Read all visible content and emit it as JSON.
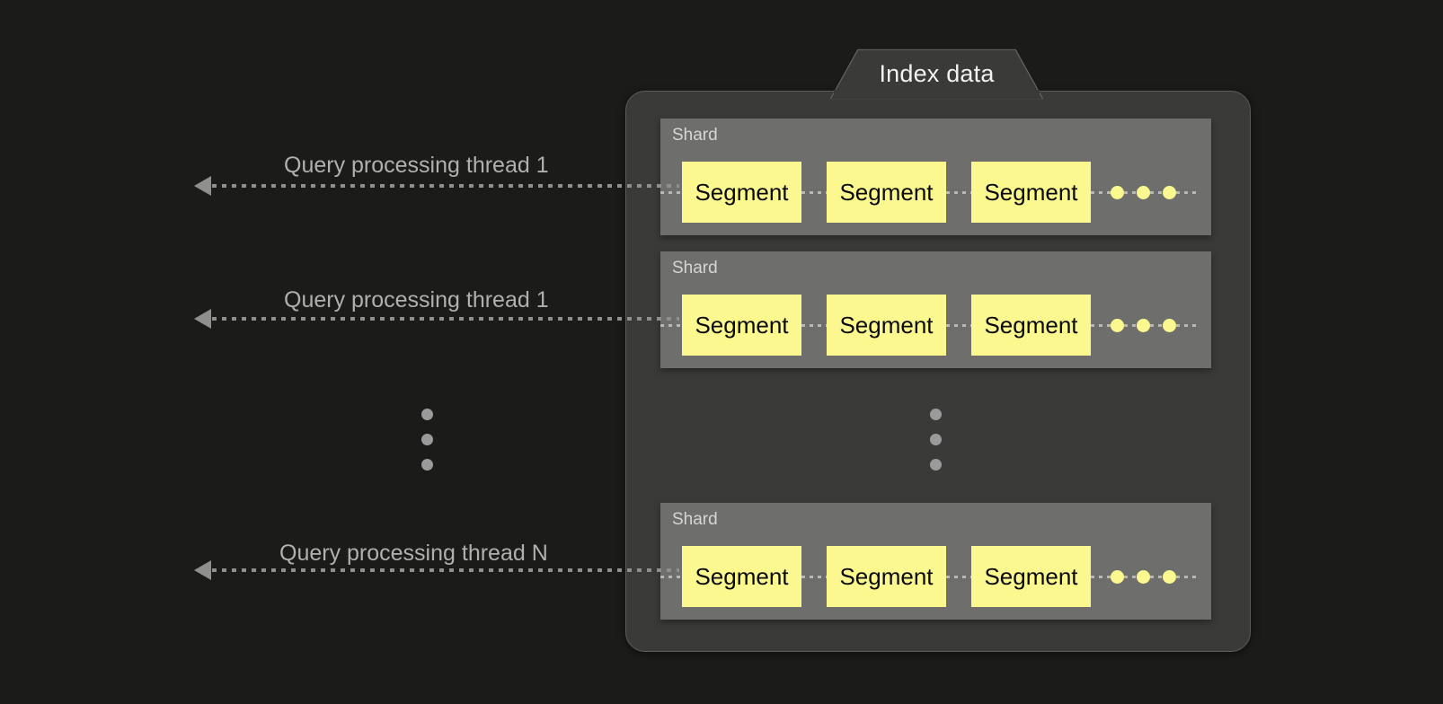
{
  "diagram": {
    "title": "Index data",
    "background_color": "#1b1b1a",
    "container_color": "#3a3a38",
    "shard_color": "#6e6e6c",
    "segment_color": "#fbf88f",
    "accent_text_color": "#b0b0ae"
  },
  "threads": [
    {
      "label": "Query processing thread 1"
    },
    {
      "label": "Query processing thread 1"
    },
    {
      "label": "Query processing thread N"
    }
  ],
  "shards": [
    {
      "label": "Shard",
      "segments": [
        {
          "label": "Segment"
        },
        {
          "label": "Segment"
        },
        {
          "label": "Segment"
        }
      ],
      "more_segments_indicator": "3 yellow dots"
    },
    {
      "label": "Shard",
      "segments": [
        {
          "label": "Segment"
        },
        {
          "label": "Segment"
        },
        {
          "label": "Segment"
        }
      ],
      "more_segments_indicator": "3 yellow dots"
    },
    {
      "label": "Shard",
      "segments": [
        {
          "label": "Segment"
        },
        {
          "label": "Segment"
        },
        {
          "label": "Segment"
        }
      ],
      "more_segments_indicator": "3 yellow dots"
    }
  ],
  "ellipsis": {
    "left": "vertical-ellipsis",
    "center": "vertical-ellipsis"
  }
}
